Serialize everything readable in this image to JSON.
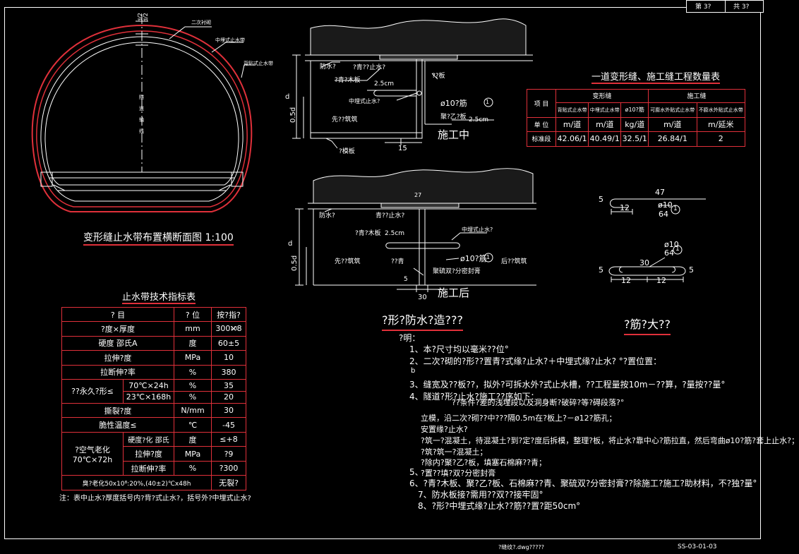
{
  "title_block": {
    "sheet": "第 3?",
    "total": "共 3?"
  },
  "tunnel": {
    "labels": {
      "secondary_lining": "二次衬砌",
      "embedded_stop": "中埋式止水带",
      "backstick_stop": "背贴式止水带",
      "d2": "d/2",
      "d2b": "d/2",
      "axis": "隧道轴线"
    },
    "caption": "变形缝止水带布置横断面图 1:100"
  },
  "detail1": {
    "waterproof": "防水?",
    "asphalt_board": "?青??止水?",
    "gap": "2.5cm",
    "wood": "?青?木板",
    "embedded": "中埋式止水?",
    "steel_board": "??板",
    "bar": "ø10?筋",
    "first": "先??筑筑",
    "pe": "聚?乙?板",
    "gap2": "2.5cm",
    "stage": "施工中",
    "base": "?模板",
    "d": "d",
    "half_d": "0.5d",
    "w15": "15",
    "c1": "1"
  },
  "detail2": {
    "waterproof": "防水?",
    "asphalt": "青??止水?",
    "wood": "?青?木板",
    "gap": "2.5cm",
    "embedded": "中埋式止水?",
    "bar": "ø10?筋",
    "first": "先??筑筑",
    "asph2": "??青",
    "seal": "聚硫双?分密封膏",
    "later": "后??筑筑",
    "stage": "施工后",
    "d": "d",
    "half_d": "0.5d",
    "w30": "30",
    "w5": "5",
    "c1": "1",
    "n27": "27"
  },
  "detail_caption": "?形?防水?造???",
  "quantity_table": {
    "title": "一道变形缝、施工缝工程数量表",
    "h_item": "项 目",
    "h_def": "变形缝",
    "h_con": "施工缝",
    "sub": [
      "背贴式止水带",
      "中埋式止水带",
      "ø10?筋",
      "可膨水外贴式止水带",
      "不膨水外贴式止水带"
    ],
    "unit_label": "单 位",
    "units": [
      "m/道",
      "m/道",
      "kg/道",
      "m/道",
      "m/延米"
    ],
    "qty_label": "标准段",
    "values": [
      "42.06/1",
      "40.49/1",
      "32.5/1",
      "26.84/1",
      "2"
    ]
  },
  "rebar": {
    "r1": {
      "a": "5",
      "b": "12",
      "c": "47",
      "d": "ø10",
      "e": "64",
      "n": "1"
    },
    "r2": {
      "a": "ø10",
      "b": "64",
      "n": "1",
      "c": "30",
      "d": "5",
      "e": "12",
      "f": "12",
      "g": "5"
    },
    "caption": "?筋?大??"
  },
  "spec_table": {
    "title": "止水带技术指标表",
    "header": [
      "? 目",
      "? 位",
      "按?指?"
    ],
    "rows": [
      [
        "?度×厚度",
        "mm",
        "300×8"
      ],
      [
        "硬度 邵氏A",
        "度",
        "60±5"
      ],
      [
        "拉伸?度",
        "MPa",
        "10"
      ],
      [
        "拉断伸?率",
        "%",
        "380"
      ],
      [
        "70℃×24h",
        "%",
        "35"
      ],
      [
        "23℃×168h",
        "%",
        "20"
      ],
      [
        "撕裂?度",
        "N/mm",
        "30"
      ],
      [
        "脆性温度≤",
        "℃",
        "-45"
      ],
      [
        "硬度?化 邵氏",
        "度",
        "≤+8"
      ],
      [
        "拉伸?度",
        "MPa",
        "?9"
      ],
      [
        "拉断伸?率",
        "%",
        "?300"
      ]
    ],
    "perm": "??永久?形≤",
    "aging": "?空气老化\n70℃×72h",
    "ozone": [
      "臭?老化50x10⁸:20%,(40±2)℃x48h",
      "无裂?"
    ],
    "footnote": "注：表中止水?厚度括号内?背?式止水?，括号外?中埋式止水?",
    "extra": "10"
  },
  "notes": {
    "head": "?明：",
    "lines": [
      "1、本?尺寸均以毫米??位°",
      "2、二次?砌的?形??置青?式缘?止水?＋中埋式缘?止水? °?置位置：",
      "3、缝宽及??板??，拟外?可拆水外?式止水槽，??工程量按10m－??算，?量按??量°",
      "4、隧道?形?止水?施工??序如下：",
      "??条件?差的浅埋段以及洞身断?破碎?等?碍段落?°",
      "立模，沿二次?砌??中???隔0.5m在?板上?－ø12?筋孔；",
      "安置缘?止水?",
      "?筑一?混凝土，待混凝土?到?定?度后拆模，整理?板，将止水?靠中心?筋拉直，然后弯曲ø10?筋?套上止水?；",
      "?筑?筑一?混凝土；",
      "?除内?聚?乙?板，填塞石棉麻??青；",
      "?置??填?双?分密封膏",
      "6、?青?木板、聚?乙?板、石棉麻??青、聚硫双?分密封膏??除施工?施工?助材料，不?独?量°",
      "7、防水板接?需用??双??接牢固°",
      "8、?形?中埋式缘?止水??筋??置?距50cm°"
    ],
    "b": "b",
    "five": "5、"
  },
  "footer": {
    "left": "?缝纹?.dwg?????",
    "right": "SS-03-01-03"
  }
}
